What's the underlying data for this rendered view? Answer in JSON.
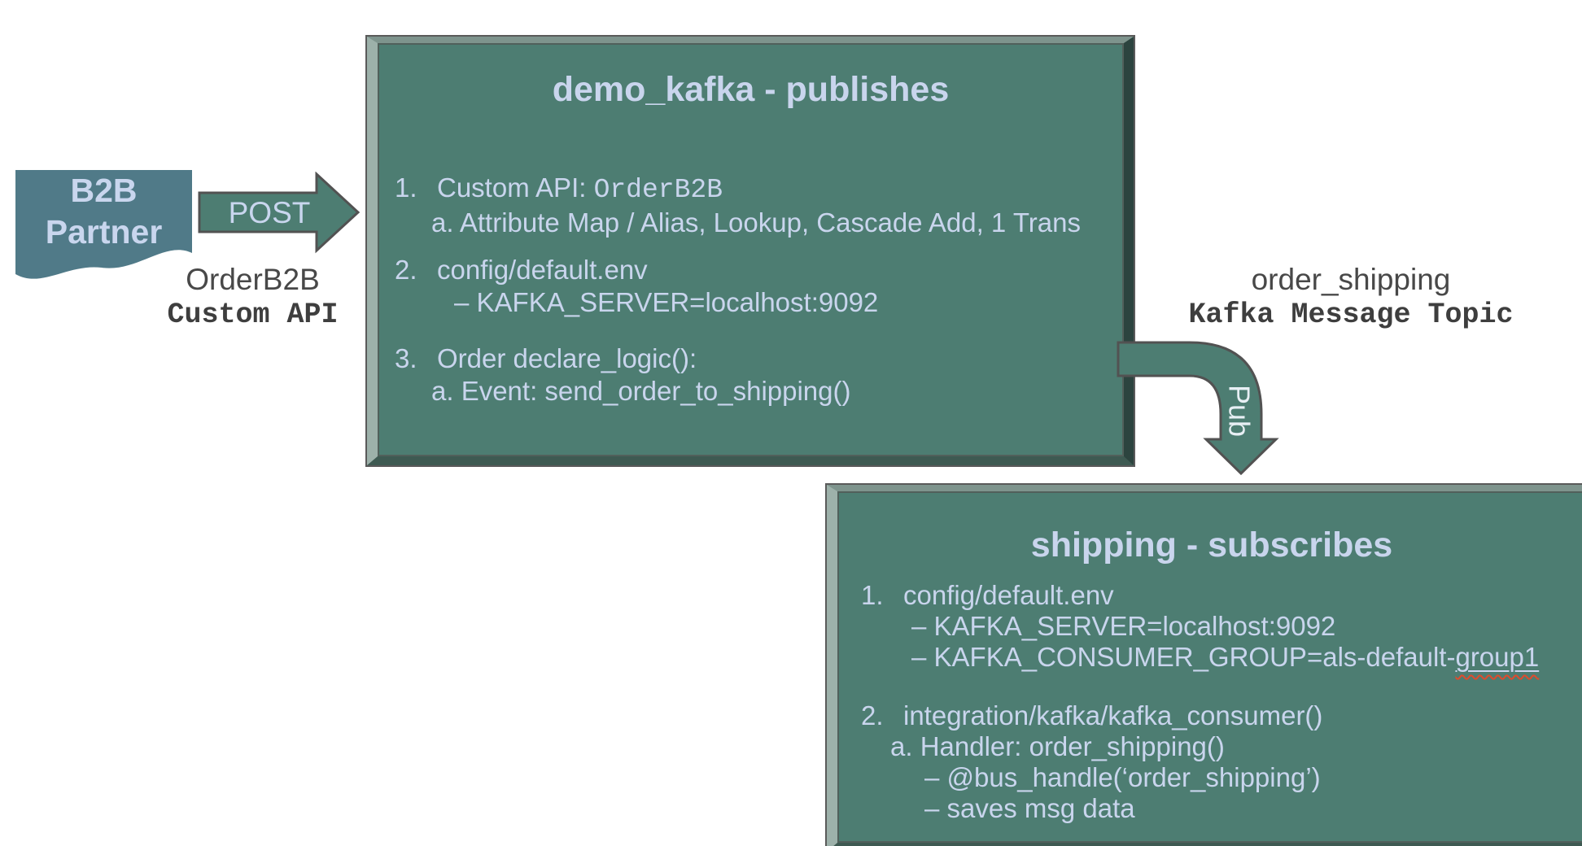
{
  "diagram": {
    "b2b_partner": {
      "line1": "B2B",
      "line2": "Partner"
    },
    "post_arrow_label": "POST",
    "b2b_caption": {
      "api_name": "OrderB2B",
      "api_type": "Custom API"
    },
    "publisher_box": {
      "title": "demo_kafka - publishes",
      "item1": {
        "num": "1.",
        "label": "Custom API: ",
        "code": "OrderB2B",
        "sub": "a. Attribute Map / Alias, Lookup, Cascade Add, 1 Trans"
      },
      "item2": {
        "num": "2.",
        "label": "config/default.env",
        "sub": "– KAFKA_SERVER=localhost:9092"
      },
      "item3": {
        "num": "3.",
        "label": "Order declare_logic():",
        "sub": "a. Event: send_order_to_shipping()"
      }
    },
    "topic_caption": {
      "topic_name": "order_shipping",
      "topic_type": "Kafka Message Topic"
    },
    "pub_arrow_label": "Pub",
    "subscriber_box": {
      "title": "shipping - subscribes",
      "item1": {
        "num": "1.",
        "label": "config/default.env",
        "sub1": "– KAFKA_SERVER=localhost:9092",
        "sub2_prefix": "– KAFKA_CONSUMER_GROUP=als-default-",
        "sub2_flagged": "group1"
      },
      "item2": {
        "num": "2.",
        "label": "integration/kafka/kafka_consumer()",
        "sub1": "a. Handler: order_shipping()",
        "sub2": "– @bus_handle(‘order_shipping’)",
        "sub3": "– saves msg data"
      }
    },
    "colors": {
      "panel_fill": "#4d7d72",
      "b2b_fill": "#507a88",
      "panel_text": "#c9d5ed",
      "caption_text": "#484848",
      "shape_outline": "#525252",
      "spellcheck_red": "#e04a2d"
    }
  }
}
